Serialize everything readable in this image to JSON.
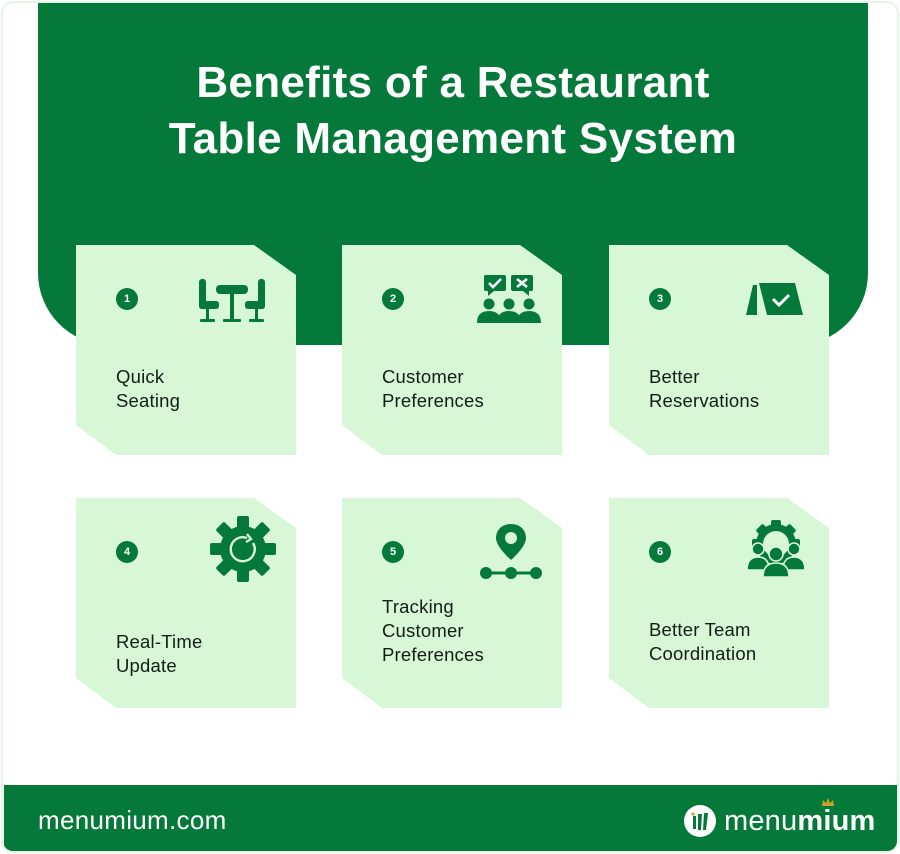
{
  "header": {
    "title_line1": "Benefits of a Restaurant",
    "title_line2": "Table Management System"
  },
  "colors": {
    "primary_green": "#05793a",
    "card_bg": "#d8f7d6",
    "text_dark": "#111d15",
    "crown_gold": "#c9a227"
  },
  "cards": [
    {
      "number": "1",
      "icon": "dining-table-chairs-icon",
      "label_line1": "Quick",
      "label_line2": "Seating",
      "label_line3": ""
    },
    {
      "number": "2",
      "icon": "customer-feedback-icon",
      "label_line1": "Customer",
      "label_line2": "Preferences",
      "label_line3": ""
    },
    {
      "number": "3",
      "icon": "reserved-sign-icon",
      "label_line1": "Better",
      "label_line2": "Reservations",
      "label_line3": ""
    },
    {
      "number": "4",
      "icon": "gear-refresh-icon",
      "label_line1": "Real-Time",
      "label_line2": "Update",
      "label_line3": ""
    },
    {
      "number": "5",
      "icon": "location-tracking-icon",
      "label_line1": "Tracking",
      "label_line2": "Customer",
      "label_line3": "Preferences"
    },
    {
      "number": "6",
      "icon": "team-gear-icon",
      "label_line1": "Better Team",
      "label_line2": "Coordination",
      "label_line3": ""
    }
  ],
  "footer": {
    "url": "menumium.com",
    "brand_regular": "menu",
    "brand_bold": "mium"
  }
}
